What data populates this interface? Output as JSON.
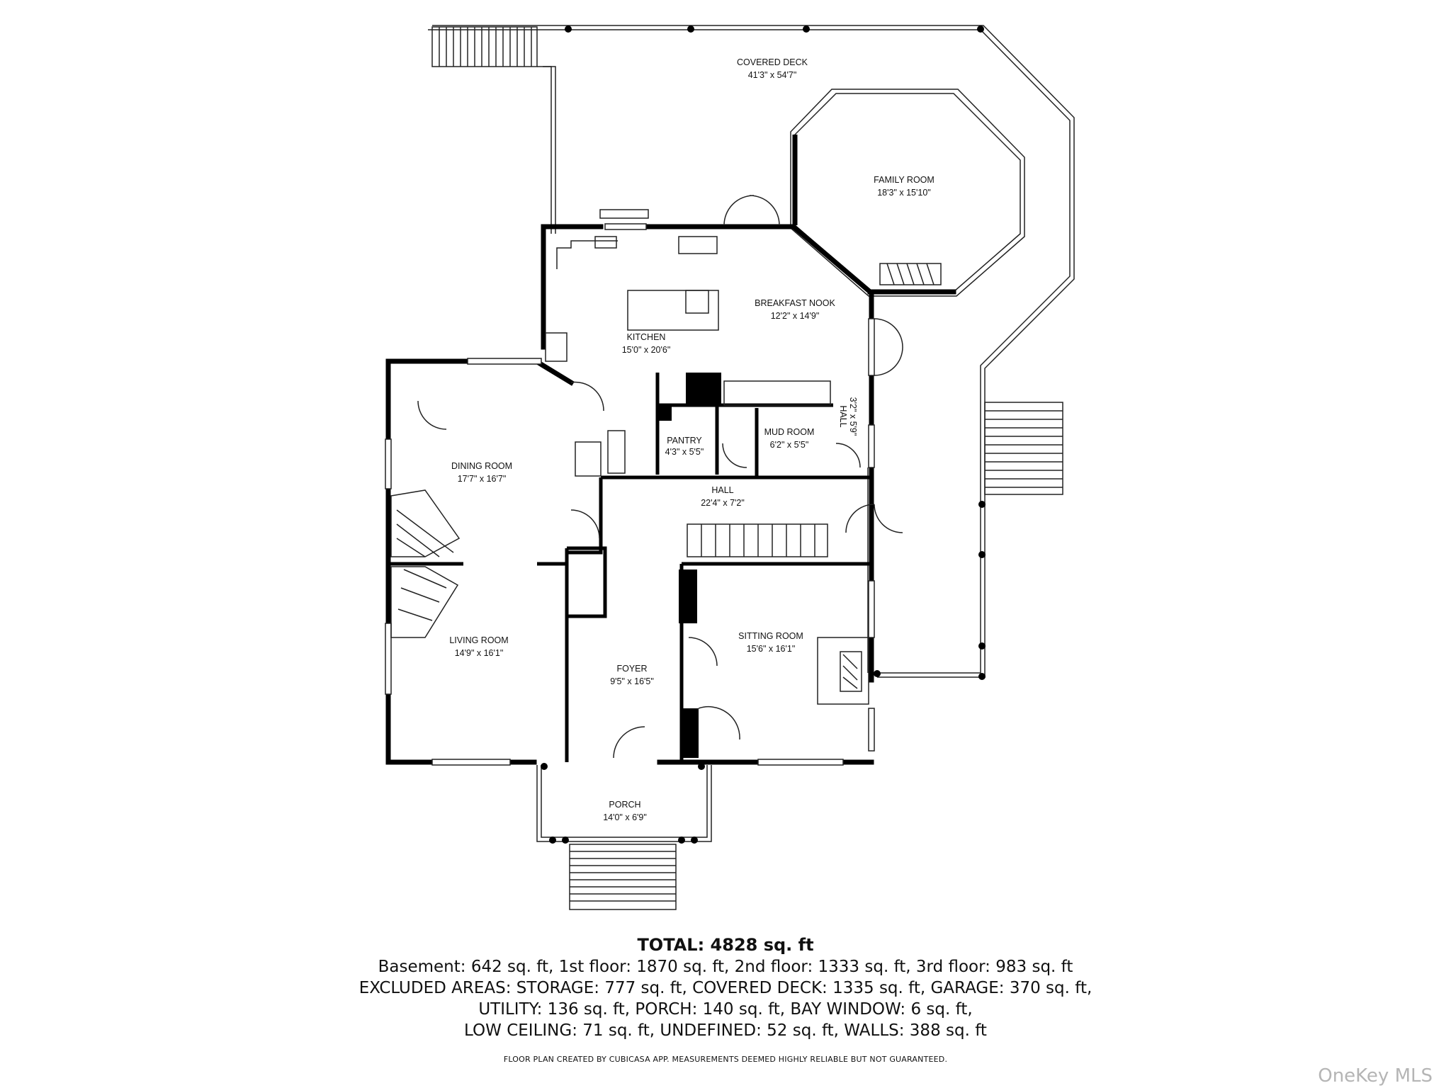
{
  "rooms": {
    "covered_deck": {
      "name": "COVERED DECK",
      "dims": "41'3\" x 54'7\""
    },
    "family_room": {
      "name": "FAMILY ROOM",
      "dims": "18'3\" x 15'10\""
    },
    "breakfast_nook": {
      "name": "BREAKFAST NOOK",
      "dims": "12'2\" x 14'9\""
    },
    "kitchen": {
      "name": "KITCHEN",
      "dims": "15'0\" x 20'6\""
    },
    "hall_small": {
      "name": "HALL",
      "dims": "3'2\" x 5'9\""
    },
    "pantry": {
      "name": "PANTRY",
      "dims": "4'3\" x 5'5\""
    },
    "mud_room": {
      "name": "MUD ROOM",
      "dims": "6'2\" x 5'5\""
    },
    "dining_room": {
      "name": "DINING ROOM",
      "dims": "17'7\" x 16'7\""
    },
    "hall": {
      "name": "HALL",
      "dims": "22'4\" x 7'2\""
    },
    "sitting_room": {
      "name": "SITTING ROOM",
      "dims": "15'6\" x 16'1\""
    },
    "living_room": {
      "name": "LIVING ROOM",
      "dims": "14'9\" x 16'1\""
    },
    "foyer": {
      "name": "FOYER",
      "dims": "9'5\" x 16'5\""
    },
    "porch": {
      "name": "PORCH",
      "dims": "14'0\" x 6'9\""
    }
  },
  "summary": {
    "total": "TOTAL: 4828 sq. ft",
    "lines": [
      "Basement: 642 sq. ft, 1st floor: 1870 sq. ft, 2nd floor: 1333 sq. ft, 3rd floor: 983 sq. ft",
      "EXCLUDED AREAS: STORAGE: 777 sq. ft, COVERED DECK: 1335 sq. ft, GARAGE: 370 sq. ft,",
      "UTILITY: 136 sq. ft, PORCH: 140 sq. ft, BAY WINDOW: 6 sq. ft,",
      "LOW CEILING: 71 sq. ft, UNDEFINED: 52 sq. ft, WALLS: 388 sq. ft"
    ]
  },
  "disclaimer": "FLOOR PLAN CREATED BY CUBICASA APP. MEASUREMENTS DEEMED HIGHLY RELIABLE BUT NOT GUARANTEED.",
  "watermark": "OneKey MLS",
  "colors": {
    "wall": "#000000",
    "line": "#222222",
    "watermark": "#b5b5b5"
  }
}
